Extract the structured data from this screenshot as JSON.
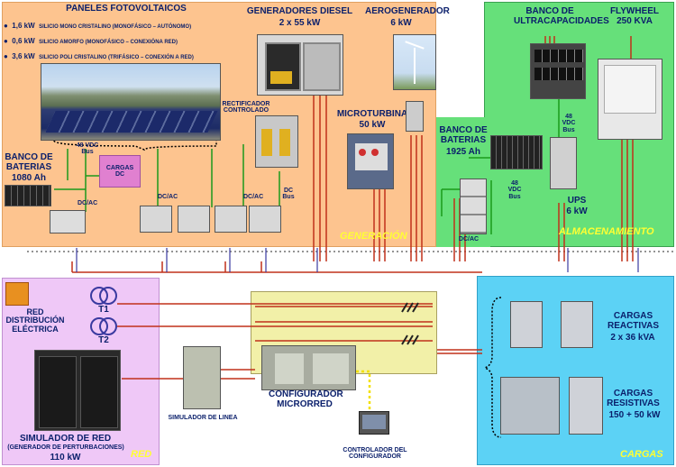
{
  "colors": {
    "generation_bg": "#fdc48f",
    "storage_bg": "#66e07a",
    "grid_bg": "#efc8f7",
    "loads_bg": "#5cd2f5",
    "configurator_bg": "#f2f0a8",
    "ac_line": "#c0301a",
    "dc_line": "#1a9a1a",
    "neutral_line": "#3a3aa0",
    "title_text": "#0a1f6b",
    "section_text": "#ffff33"
  },
  "generation": {
    "pv_title": "PANELES FOTOVOLTAICOS",
    "pv_items": [
      {
        "power": "1,6 kW",
        "desc": "SILICIO MONO CRISTALINO (MONOFÁSICO – AUTÓNOMO)"
      },
      {
        "power": "0,6 kW",
        "desc": "SILICIO AMORFO (MONOFÁSICO – CONEXIÓNA RED)"
      },
      {
        "power": "3,6 kW",
        "desc": "SILICIO POLI CRISTALINO (TRIFÁSICO – CONEXIÓN A RED)"
      }
    ],
    "diesel_title": "GENERADORES DIESEL",
    "diesel_power": "2 x 55 kW",
    "wind_title": "AEROGENERADOR",
    "wind_power": "6 kW",
    "rectifier_label": "RECTIFICADOR CONTROLADO",
    "microturbine_title": "MICROTURBINA",
    "microturbine_power": "50 kW",
    "battery_title": "BANCO DE BATERIAS",
    "battery_capacity": "1080 Ah",
    "dc_bus_label": "DC Bus",
    "dc_bus_voltage": "48 VDC Bus",
    "dc_loads_label": "CARGAS DC",
    "dcac_labels": [
      "DC/AC",
      "DC/AC",
      "DC/AC"
    ],
    "rect_dc_bus": "DC Bus",
    "section_label": "GENERACIÓN"
  },
  "storage": {
    "ultracap_title": "BANCO DE ULTRACAPACIDADES",
    "flywheel_title": "FLYWHEEL",
    "flywheel_power": "250 KVA",
    "battery_title": "BANCO DE BATERIAS",
    "battery_capacity": "1925 Ah",
    "bus_48": "48 VDC Bus",
    "bus_48_b": "48 VDC Bus",
    "ups_title": "UPS",
    "ups_power": "6 kW",
    "dcac_label": "DC/AC",
    "section_label": "ALMACENAMIENTO"
  },
  "grid": {
    "red_label": "RED DISTRIBUCIÓN ELÉCTRICA",
    "t1": "T1",
    "t2": "T2",
    "simulator_title": "SIMULADOR DE RED",
    "simulator_subtitle": "(GENERADOR DE PERTURBACIONES)",
    "simulator_power": "110 kW",
    "section_label": "RED",
    "line_sim_label": "SIMULADOR DE LINEA"
  },
  "configurator": {
    "title": "CONFIGURADOR MICRORRED",
    "controller_label": "CONTROLADOR DEL CONFIGURADOR"
  },
  "loads": {
    "reactive_title": "CARGAS REACTIVAS",
    "reactive_power": "2 x 36 kVA",
    "resistive_title": "CARGAS RESISTIVAS",
    "resistive_power": "150 + 50 kW",
    "section_label": "CARGAS"
  }
}
